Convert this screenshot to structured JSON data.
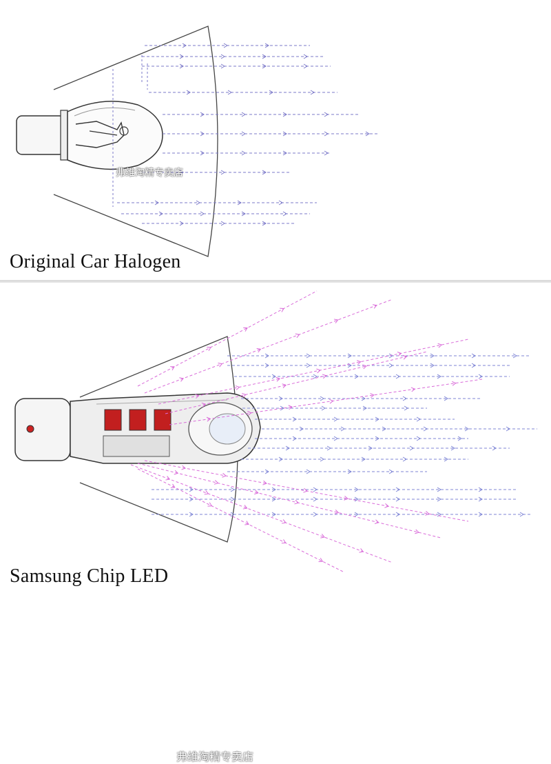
{
  "captions": {
    "halogen": "Original Car Halogen",
    "led": "Samsung Chip LED"
  },
  "watermarks": {
    "top": "弗维淘精专卖店",
    "bottom": "弗维淘精专卖店"
  },
  "colors": {
    "halogen_beam": "#7b78c9",
    "led_horizontal_beam": "#7f86d6",
    "led_spread_beam": "#d96bd9",
    "outline": "#4a4a4a"
  },
  "icons": {
    "halogen_bulb": "halogen-bulb-icon",
    "led_bulb": "led-bulb-icon"
  }
}
